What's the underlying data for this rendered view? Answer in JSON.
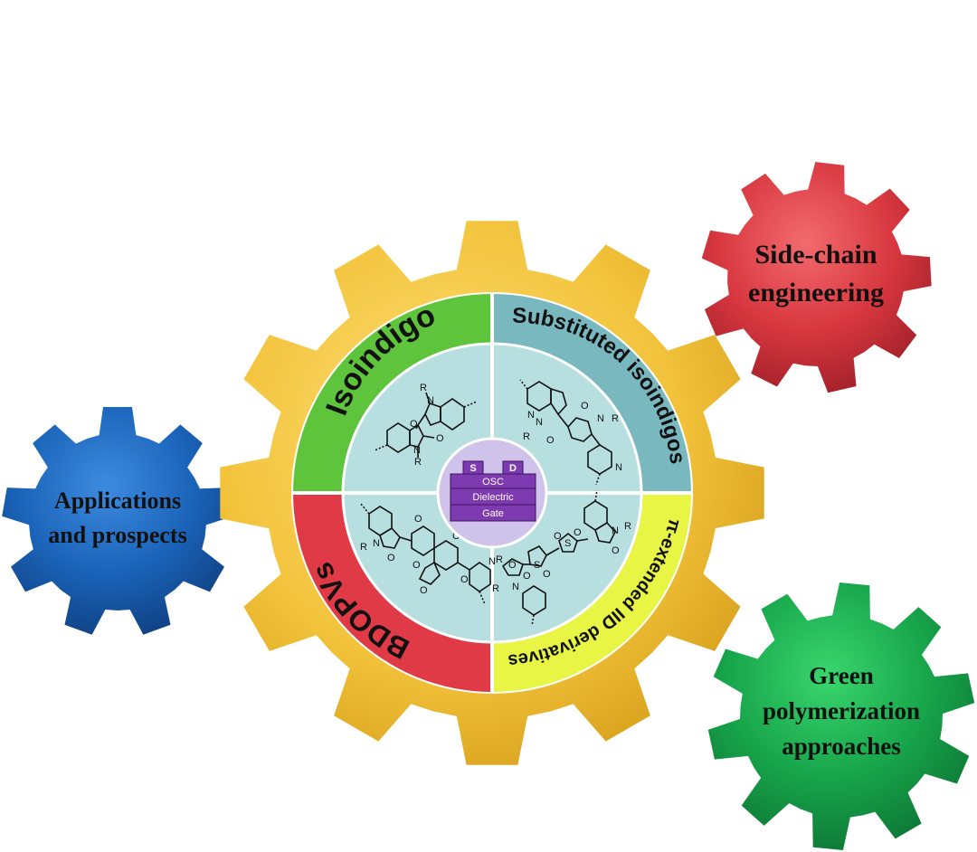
{
  "center_gear": {
    "quadrants": {
      "top_left": "Isoindigo",
      "top_right": "Substituted isoindigos",
      "bottom_right": "π-extended IID derivatives",
      "bottom_left": "BDOPVs"
    },
    "device": {
      "source": "S",
      "drain": "D",
      "layers": [
        "OSC",
        "Dielectric",
        "Gate"
      ]
    },
    "colors": {
      "gear": "#f2c23a",
      "isoindigo": "#5ec43c",
      "substituted": "#7ab8c0",
      "pi_extended": "#e8f544",
      "bdopvs": "#e03a46",
      "inner_ring": "#b8dfe0",
      "device_disk": "#cfc3ec",
      "device_layers": "#7e3ab0"
    }
  },
  "satellite_gears": [
    {
      "id": "side-chain",
      "lines": [
        "Side-chain",
        "engineering"
      ],
      "color": "#d8373f"
    },
    {
      "id": "applications",
      "lines": [
        "Applications",
        "and prospects"
      ],
      "color": "#1a63b8"
    },
    {
      "id": "green",
      "lines": [
        "Green",
        "polymerization",
        "approaches"
      ],
      "color": "#17a44a"
    }
  ],
  "structure_labels": {
    "substituent": "R",
    "imide_n": "N",
    "carbonyl_o": "O",
    "sulfur": "S"
  }
}
